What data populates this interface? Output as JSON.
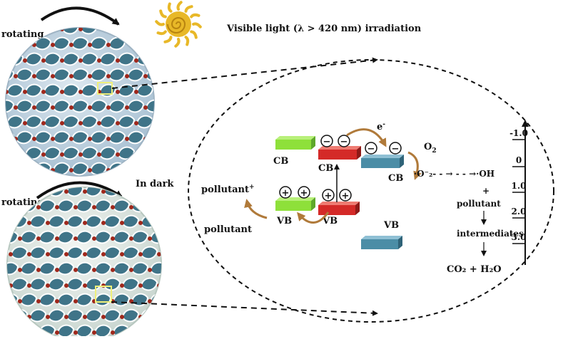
{
  "labels": {
    "rotating_top": "rotating",
    "rotating_bottom": "rotating",
    "light": "Visible light (λ > 420 nm) irradiation",
    "dark": "In dark"
  },
  "bands": {
    "green_cb": "CB",
    "red_cb": "CB",
    "blue_cb": "CB",
    "green_vb": "VB",
    "red_vb": "VB",
    "blue_vb": "VB"
  },
  "charges": {
    "minus": "−",
    "plus": "+",
    "electron": "e",
    "electron_sup": "-"
  },
  "reaction": {
    "pollutant_plus": "pollutant",
    "pollutant_plus_sup": "+",
    "pollutant": "pollutant",
    "o2": "O",
    "o2_sub": "2",
    "radical_chain": "·O⁻₂- - → - - →·OH",
    "plus_sign": "+",
    "pollutant2": "pollutant",
    "intermediates": "intermediates",
    "products": "CO₂ + H₂O"
  },
  "scale": {
    "ticks": [
      "-1.0",
      "0",
      "1.0",
      "2.0",
      "3.0"
    ]
  },
  "colors": {
    "green": "#8ee03a",
    "red": "#d42a28",
    "blue": "#4b8da6",
    "sphere_light": "#c9dbe8",
    "sphere_dark": "#e4ece8",
    "cell": "#3f7488",
    "dot": "#a0281c",
    "sun": "#e8b828",
    "arrow_brown": "#b07a3a"
  }
}
